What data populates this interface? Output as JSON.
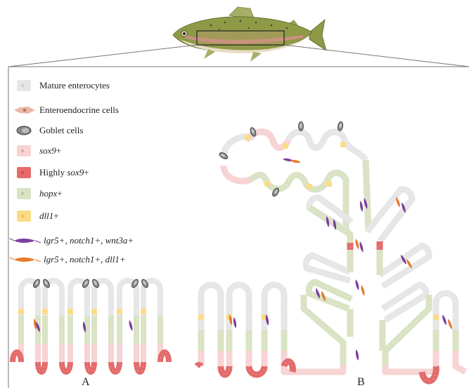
{
  "legend": {
    "items": [
      {
        "key": "mature",
        "label": "Mature enterocytes",
        "italic": false,
        "color": "#e6e6e6",
        "dot": "#cfcfcf"
      },
      {
        "key": "enteroendocrine",
        "label": "Enteroendocrine cells",
        "italic": false,
        "color": "#e8b9a6",
        "dot": "#d99a84"
      },
      {
        "key": "goblet",
        "label": "Goblet cells",
        "italic": false,
        "color": "#8a8a8a",
        "dot": "#555555"
      },
      {
        "key": "sox9",
        "label": "sox9",
        "suffix": "+",
        "italic": true,
        "color": "#f7d3d3",
        "dot": "#e9a8a8"
      },
      {
        "key": "highsox9",
        "label": "Highly ",
        "label_it": "sox9",
        "suffix": "+",
        "italic": "partial",
        "color": "#e46b6b",
        "dot": "#d94a4a"
      },
      {
        "key": "hopx",
        "label": "hopx",
        "suffix": "+",
        "italic": true,
        "color": "#d9e3c4",
        "dot": "#b8c99a"
      },
      {
        "key": "dll1",
        "label": "dll1",
        "suffix": "+",
        "italic": true,
        "color": "#fbdc86",
        "dot": "#f3c24a"
      },
      {
        "key": "lgr5a",
        "label": "lgr5+, notch1+, wnt3a+",
        "italic": true,
        "color": "#7b3fa0"
      },
      {
        "key": "lgr5b",
        "label": "lgr5+, notch1+, dll1+",
        "italic": true,
        "color": "#e87a2a"
      }
    ]
  },
  "panels": {
    "a_label": "A",
    "b_label": "B"
  },
  "colors": {
    "frame": "#777777",
    "fish_body": "#8e9a46",
    "fish_belly": "#e9ddc6",
    "fish_stripe": "#d98d8d",
    "villus_grey": "#e6e6e6",
    "villus_green": "#d9e3c4",
    "villus_pink": "#f7d3d3",
    "villus_red": "#e46b6b",
    "dll1": "#fbdc86",
    "purple": "#7b3fa0",
    "orange": "#e87a2a"
  }
}
